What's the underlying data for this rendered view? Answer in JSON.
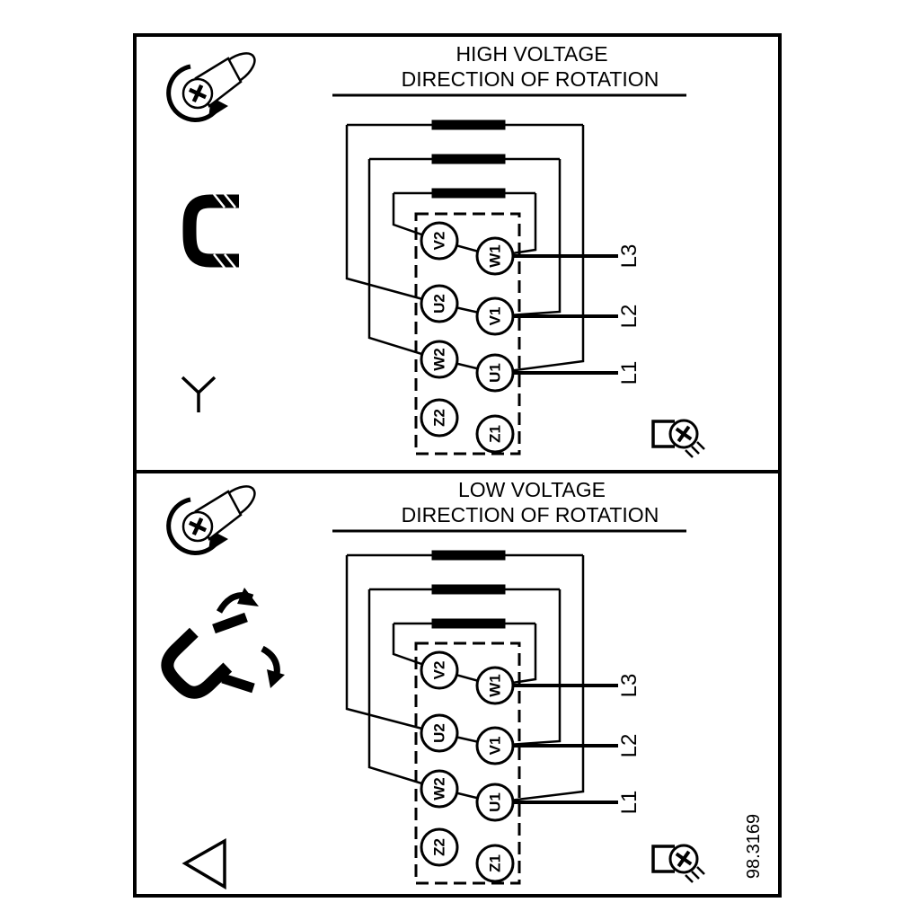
{
  "drawing_number": "98.3169",
  "colors": {
    "ink": "#000000",
    "paper": "#ffffff"
  },
  "icons": [
    "screw-rotation-icon",
    "jumper-bracket-icon",
    "delta-jumper-icons",
    "star-symbol",
    "delta-symbol",
    "screw-clamp-icon"
  ],
  "panels": [
    {
      "id": "high-voltage",
      "title_line1": "HIGH VOLTAGE",
      "title_line2": "DIRECTION OF ROTATION",
      "connection": "star",
      "terminals": {
        "left": [
          "V2",
          "U2",
          "W2",
          "Z2"
        ],
        "right": [
          "W1",
          "V1",
          "U1",
          "Z1"
        ]
      },
      "supply_lines": [
        "L3",
        "L2",
        "L1"
      ]
    },
    {
      "id": "low-voltage",
      "title_line1": "LOW VOLTAGE",
      "title_line2": "DIRECTION OF ROTATION",
      "connection": "delta",
      "terminals": {
        "left": [
          "V2",
          "U2",
          "W2",
          "Z2"
        ],
        "right": [
          "W1",
          "V1",
          "U1",
          "Z1"
        ]
      },
      "supply_lines": [
        "L3",
        "L2",
        "L1"
      ]
    }
  ]
}
